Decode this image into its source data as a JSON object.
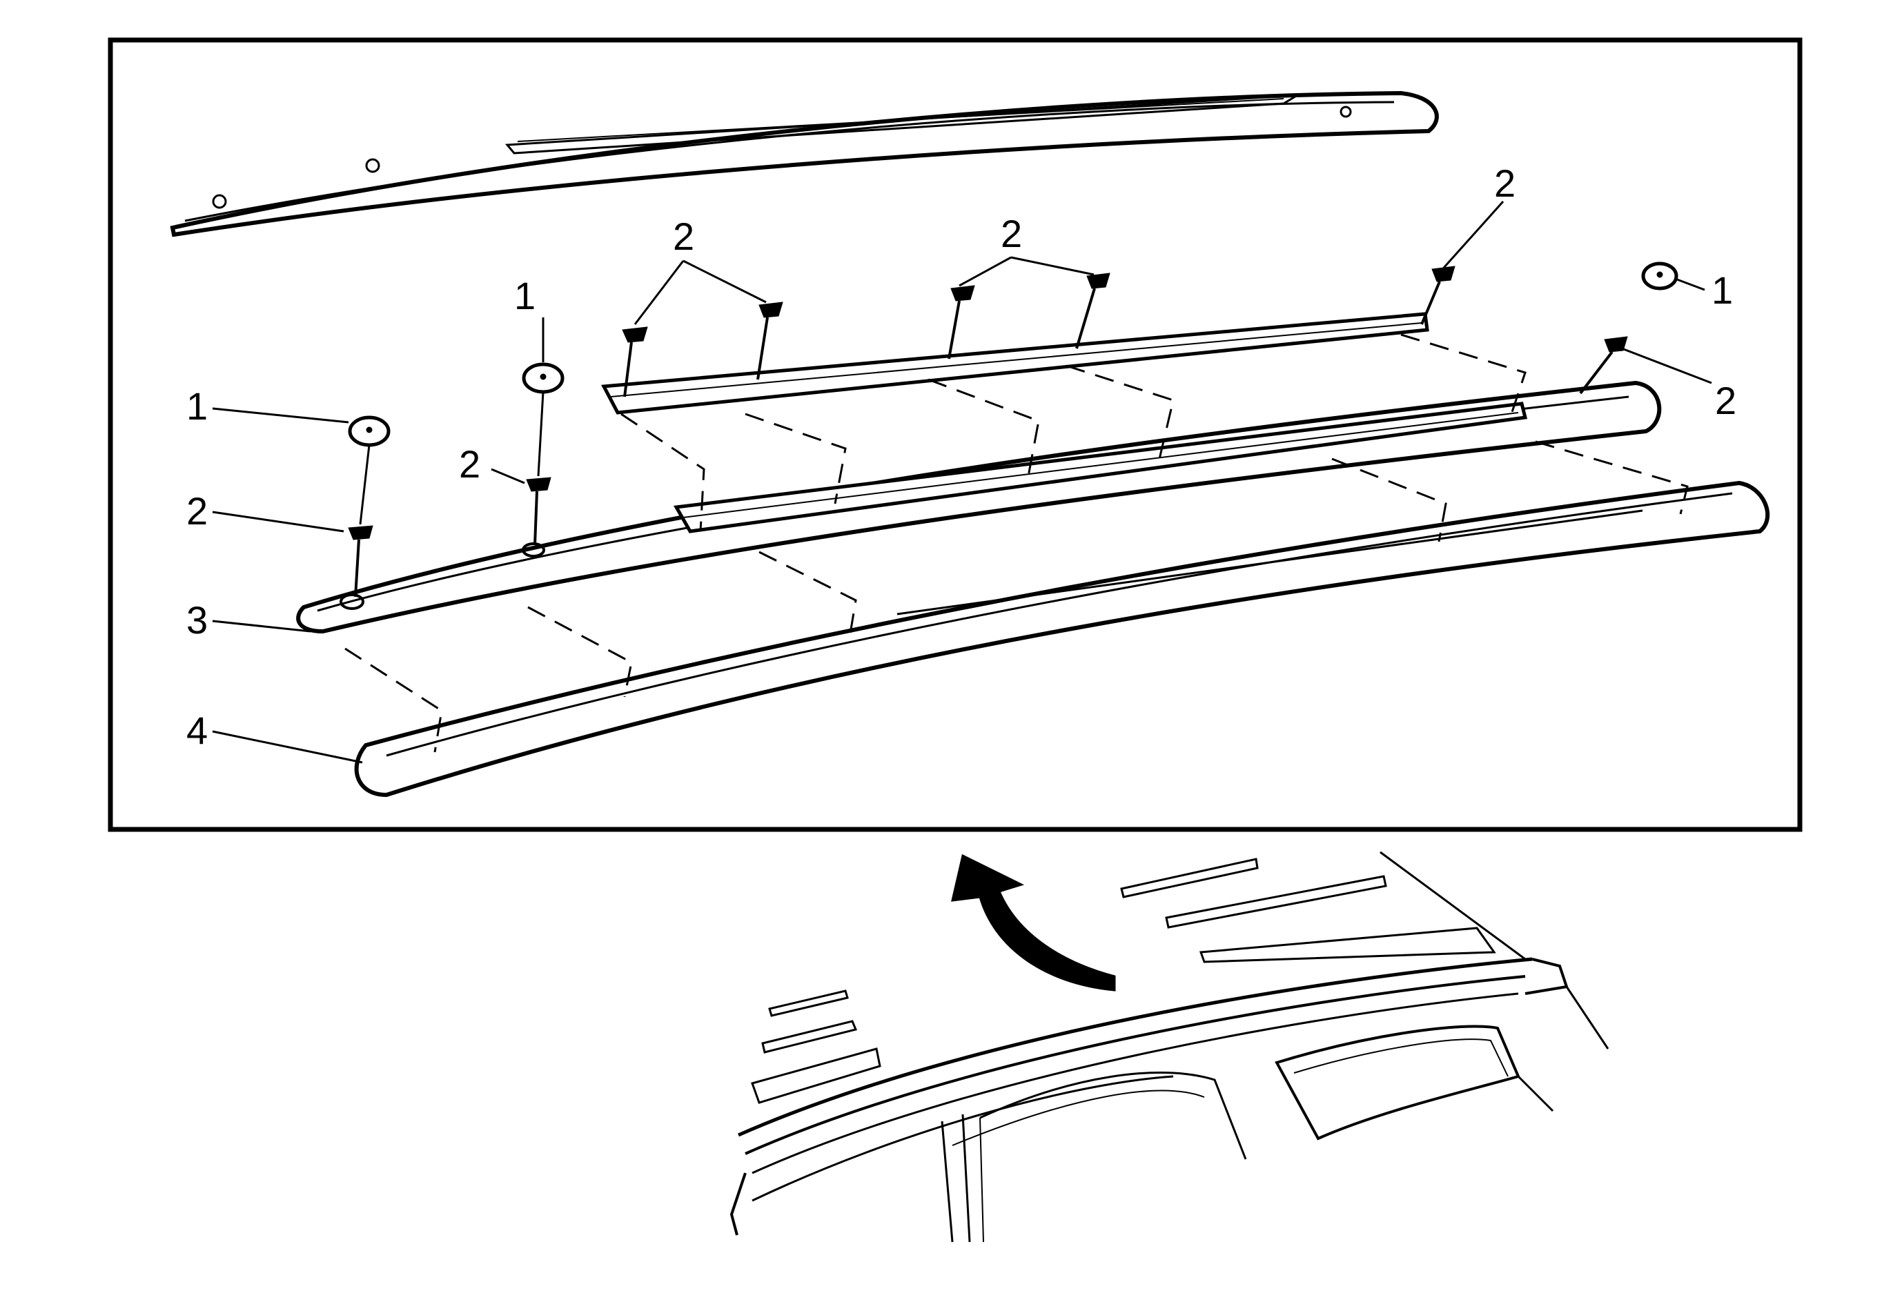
{
  "callouts": [
    {
      "id": "c1a",
      "text": "1"
    },
    {
      "id": "c1b",
      "text": "1"
    },
    {
      "id": "c1c",
      "text": "1"
    },
    {
      "id": "c2a",
      "text": "2"
    },
    {
      "id": "c2b",
      "text": "2"
    },
    {
      "id": "c2c",
      "text": "2"
    },
    {
      "id": "c2d",
      "text": "2"
    },
    {
      "id": "c2e",
      "text": "2"
    },
    {
      "id": "c2f",
      "text": "2"
    },
    {
      "id": "c3",
      "text": "3"
    },
    {
      "id": "c4",
      "text": "4"
    }
  ],
  "colors": {
    "line": "#000000",
    "background": "#ffffff"
  }
}
